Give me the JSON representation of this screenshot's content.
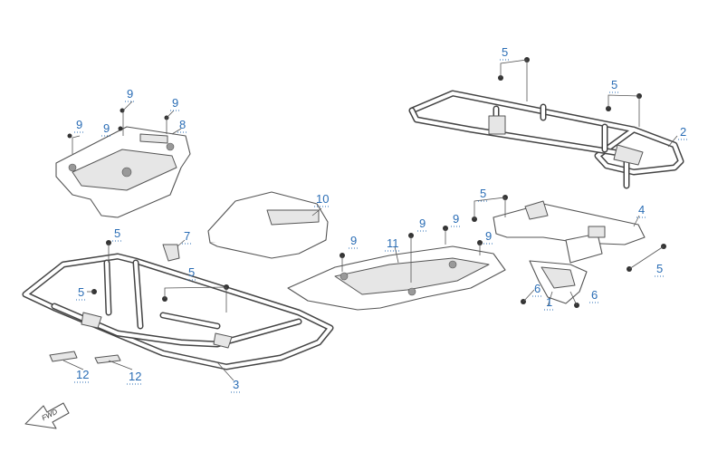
{
  "callouts": {
    "c1": "1",
    "c2": "2",
    "c3": "3",
    "c4": "4",
    "c5a": "5",
    "c5b": "5",
    "c5c": "5",
    "c5d": "5",
    "c5e": "5",
    "c5f": "5",
    "c5g": "5",
    "c6a": "6",
    "c6b": "6",
    "c7": "7",
    "c8": "8",
    "c9a": "9",
    "c9b": "9",
    "c9c": "9",
    "c9d": "9",
    "c9e": "9",
    "c9f": "9",
    "c9g": "9",
    "c9h": "9",
    "c10": "10",
    "c11": "11",
    "c12a": "12",
    "c12b": "12"
  },
  "fwd_arrow": {
    "label": "FWD",
    "icon": "fwd-arrow-icon"
  },
  "colors": {
    "callout": "#2a6db5",
    "line": "#444444"
  }
}
